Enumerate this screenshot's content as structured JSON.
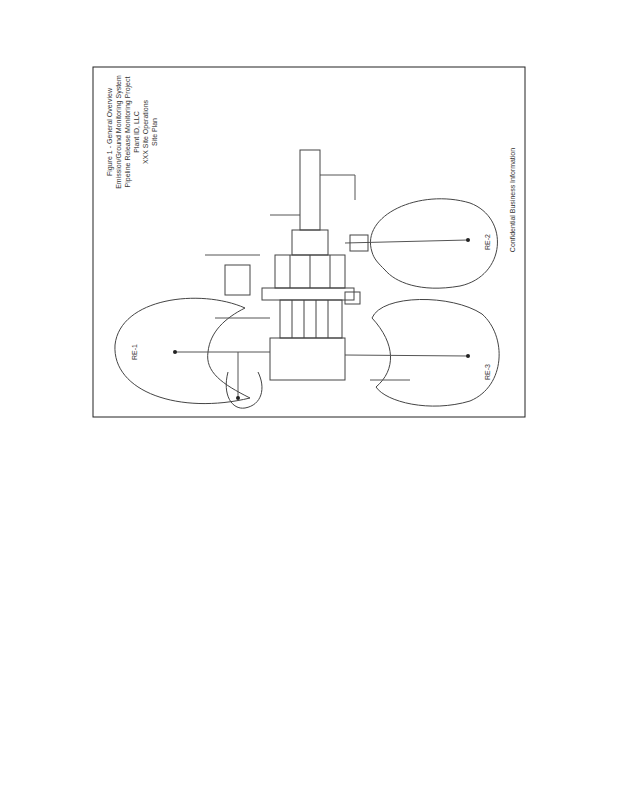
{
  "diagram": {
    "title": "Figure 1 - General Overview",
    "labels": [
      "Emission/Ground Monitoring System",
      "Pipeline Release Monitoring Project",
      "Plant ID, LLC",
      "XXX Site Operations",
      "Site Plan",
      "Confidential Business Information",
      "RE-1",
      "RE-2",
      "RE-3"
    ]
  }
}
